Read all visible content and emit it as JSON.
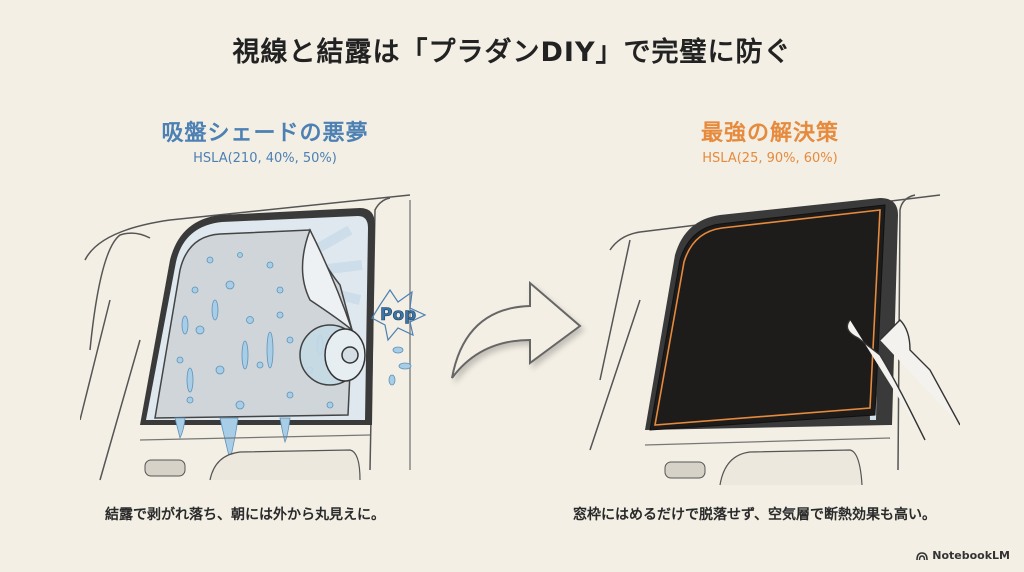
{
  "title": "視線と結露は「プラダンDIY」で完璧に防ぐ",
  "left_panel": {
    "heading": "吸盤シェードの悪夢",
    "color_label": "HSLA(210, 40%, 50%)",
    "color": "#4d80b3",
    "pop_text": "Pop",
    "caption": "結露で剥がれ落ち、朝には外から丸見えに。"
  },
  "right_panel": {
    "heading": "最強の解決策",
    "color_label": "HSLA(25, 90%, 60%)",
    "color": "#f08a3d",
    "caption": "窓枠にはめるだけで脱落せず、空気層で断熱効果も高い。"
  },
  "brand": {
    "name": "NotebookLM"
  }
}
